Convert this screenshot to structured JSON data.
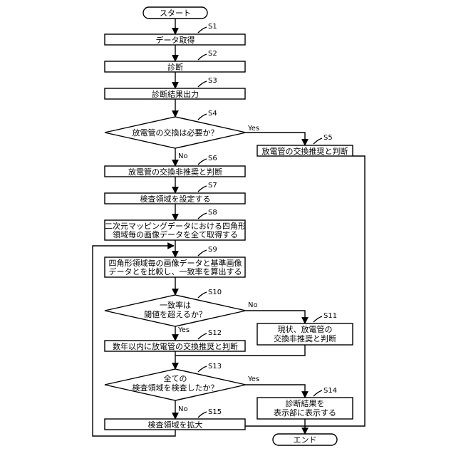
{
  "terminals": {
    "start": "スタート",
    "end": "エンド"
  },
  "steps": {
    "s1": {
      "id": "S1",
      "lines": [
        "データ取得"
      ]
    },
    "s2": {
      "id": "S2",
      "lines": [
        "診断"
      ]
    },
    "s3": {
      "id": "S3",
      "lines": [
        "診断結果出力"
      ]
    },
    "s4": {
      "id": "S4",
      "lines": [
        "放電管の交換は必要か？"
      ]
    },
    "s5": {
      "id": "S5",
      "lines": [
        "放電管の交換推奨と判断"
      ]
    },
    "s6": {
      "id": "S6",
      "lines": [
        "放電管の交換非推奨と判断"
      ]
    },
    "s7": {
      "id": "S7",
      "lines": [
        "検査領域を設定する"
      ]
    },
    "s8": {
      "id": "S8",
      "lines": [
        "二次元マッピングデータにおける四角形",
        "領域毎の画像データを全て取得する"
      ]
    },
    "s9": {
      "id": "S9",
      "lines": [
        "四角形領域毎の画像データと基準画像",
        "データとを比較し、一致率を算出する"
      ]
    },
    "s10": {
      "id": "S10",
      "lines": [
        "一致率は",
        "閾値を超えるか？"
      ]
    },
    "s11": {
      "id": "S11",
      "lines": [
        "現状、放電管の",
        "交換非推奨と判断"
      ]
    },
    "s12": {
      "id": "S12",
      "lines": [
        "数年以内に放電管の交換推奨と判断"
      ]
    },
    "s13": {
      "id": "S13",
      "lines": [
        "全ての",
        "検査領域を検査したか？"
      ]
    },
    "s14": {
      "id": "S14",
      "lines": [
        "診断結果を",
        "表示部に表示する"
      ]
    },
    "s15": {
      "id": "S15",
      "lines": [
        "検査領域を拡大"
      ]
    }
  },
  "branches": {
    "s4_yes": "Yes",
    "s4_no": "No",
    "s10_yes": "Yes",
    "s10_no": "No",
    "s13_yes": "Yes",
    "s13_no": "No"
  }
}
